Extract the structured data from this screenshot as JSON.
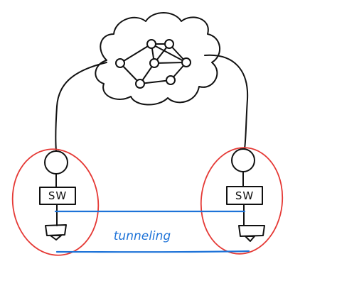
{
  "left_site": {
    "switch_label": "SW"
  },
  "right_site": {
    "switch_label": "SW"
  },
  "tunnel": {
    "label": "tunneling"
  },
  "colors": {
    "ink": "#111111",
    "site_outline": "#e53935",
    "tunnel": "#1e73d8"
  },
  "icons": {
    "network": "cloud-icon",
    "router": "router-circle-icon",
    "host": "computer-monitor-icon"
  }
}
